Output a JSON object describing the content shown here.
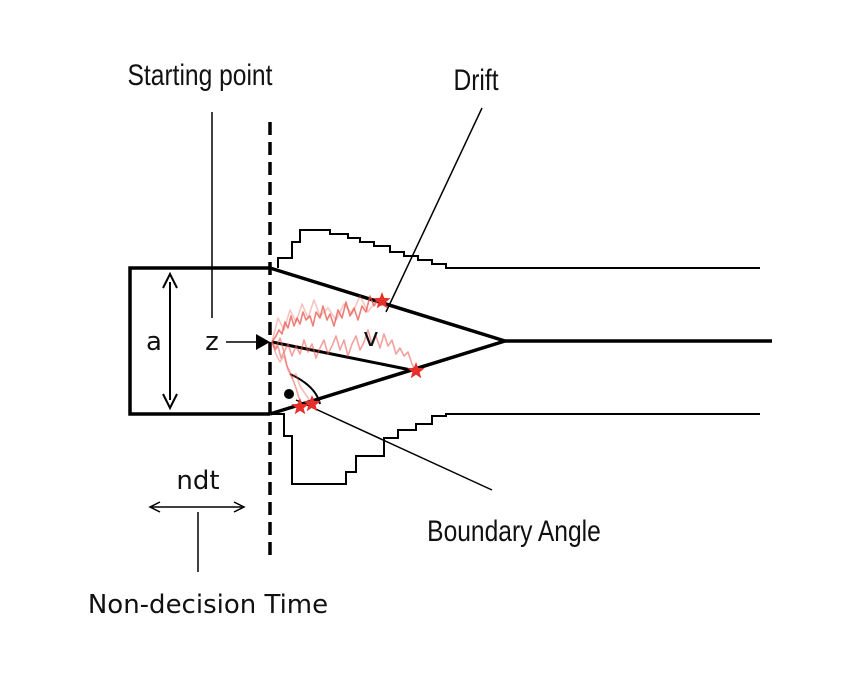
{
  "labels": {
    "starting_point": "Starting point",
    "drift": "Drift",
    "a": "a",
    "z": "z",
    "v": "v",
    "ndt": "ndt",
    "boundary_angle": "Boundary Angle",
    "non_decision_time": "Non-decision Time"
  },
  "colors": {
    "line": "#000000",
    "trace": "#e8554e",
    "star": "#e8302a"
  }
}
